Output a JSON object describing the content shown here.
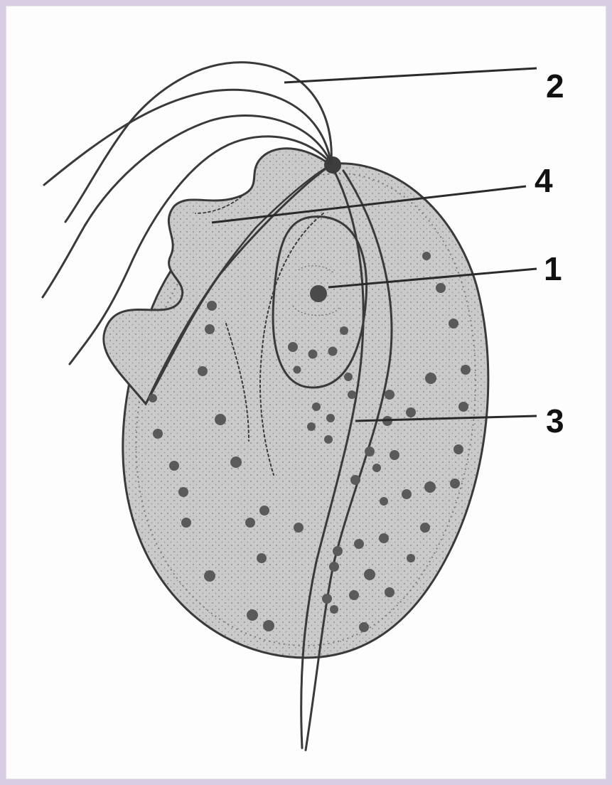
{
  "diagram": {
    "labels": [
      {
        "id": "1",
        "text": "1"
      },
      {
        "id": "2",
        "text": "2"
      },
      {
        "id": "3",
        "text": "3"
      },
      {
        "id": "4",
        "text": "4"
      }
    ],
    "colors": {
      "background": "#fdfdfd",
      "border": "#d8cde2",
      "cell_fill": "#c8c8c8",
      "ink": "#3a3a3a",
      "granule": "#5a5a5a"
    }
  }
}
